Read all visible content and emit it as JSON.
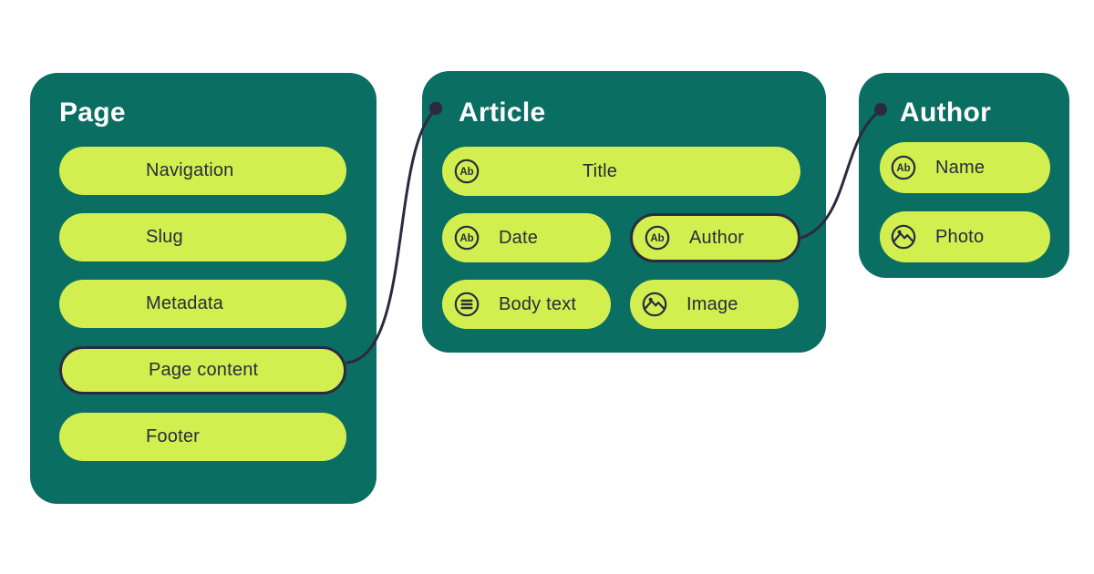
{
  "canvas": {
    "background": "#ffffff"
  },
  "colors": {
    "card_background": "#0A6E63",
    "pill_background": "#D3EE4F",
    "ink": "#2C2A3E",
    "card_title": "#ffffff"
  },
  "icons": {
    "text_field_glyph": "Ab"
  },
  "cards": [
    {
      "title": "Page",
      "fields": [
        {
          "label": "Navigation"
        },
        {
          "label": "Slug"
        },
        {
          "label": "Metadata"
        },
        {
          "label": "Page content",
          "linked": true
        },
        {
          "label": "Footer"
        }
      ]
    },
    {
      "title": "Article",
      "fields": [
        {
          "label": "Title",
          "icon": "text"
        },
        {
          "label": "Date",
          "icon": "text"
        },
        {
          "label": "Author",
          "icon": "text",
          "linked": true
        },
        {
          "label": "Body text",
          "icon": "rich-text"
        },
        {
          "label": "Image",
          "icon": "image"
        }
      ]
    },
    {
      "title": "Author",
      "fields": [
        {
          "label": "Name",
          "icon": "text"
        },
        {
          "label": "Photo",
          "icon": "image"
        }
      ]
    }
  ],
  "connections": [
    {
      "from_card": "Page",
      "from_field": "Page content",
      "to_card": "Article"
    },
    {
      "from_card": "Article",
      "from_field": "Author",
      "to_card": "Author"
    }
  ]
}
